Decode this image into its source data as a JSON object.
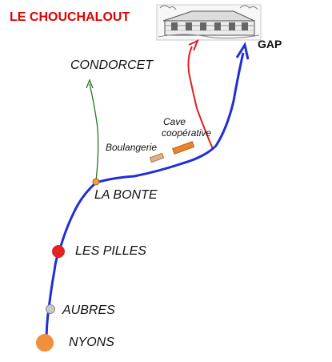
{
  "header": {
    "title": "LE CHOUCHALOUT",
    "title_color": "#e00000",
    "image_icon": "farmhouse-sketch-icon"
  },
  "places": {
    "gap": "GAP",
    "condorcet": "CONDORCET",
    "cave_line1": "Cave",
    "cave_line2": "coopérative",
    "boulangerie": "Boulangerie",
    "la_bonte": "LA BONTE",
    "les_pilles": "LES PILLES",
    "aubres": "AUBRES",
    "nyons": "NYONS"
  },
  "colors": {
    "main_road": "#1f2fd6",
    "condorcet_road": "#1f7a1f",
    "chouchalout_road": "#e02020",
    "marker_nyons": "#f0903a",
    "marker_les_pilles": "#e52222",
    "marker_aubres": "#c8c8c8",
    "marker_la_bonte": "#f0a040",
    "building": "#e8862e"
  }
}
